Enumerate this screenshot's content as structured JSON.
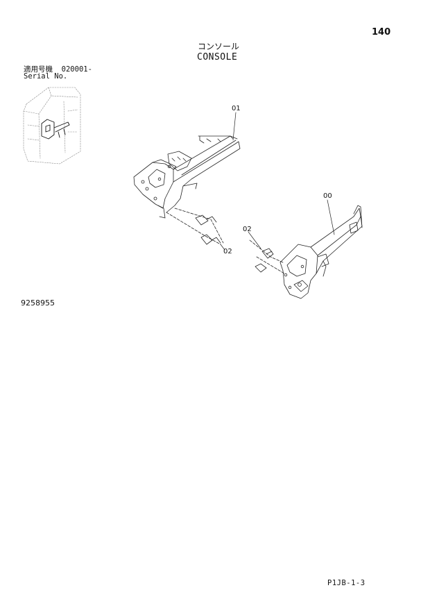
{
  "header": {
    "page_number": "140",
    "title_jp": "コンソール",
    "title_en": "CONSOLE"
  },
  "serial": {
    "label_jp": "適用号機",
    "range": "020001-",
    "label_en": "Serial No."
  },
  "callouts": {
    "part_01": "01",
    "part_02_upper": "02",
    "part_02_lower": "02",
    "part_00": "00"
  },
  "drawing_number": "9258955",
  "footer": {
    "page_code": "P1JB-1-3"
  }
}
